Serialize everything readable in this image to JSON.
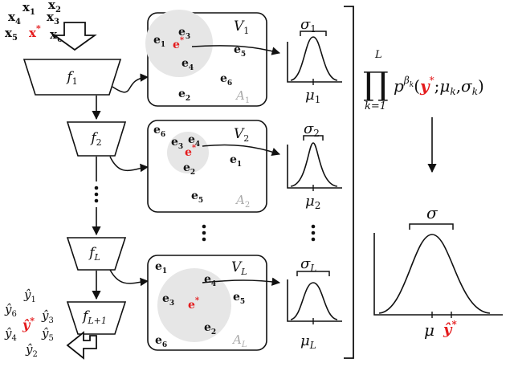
{
  "inputs": {
    "points": [
      {
        "sym": "x",
        "sub": "1",
        "star": false
      },
      {
        "sym": "x",
        "sub": "2",
        "star": false
      },
      {
        "sym": "x",
        "sub": "4",
        "star": false
      },
      {
        "sym": "x",
        "sub": "3",
        "star": false
      },
      {
        "sym": "x",
        "sub": "5",
        "star": false
      },
      {
        "sym": "x",
        "sub": "",
        "star": true
      },
      {
        "sym": "x",
        "sub": "6",
        "star": false
      }
    ]
  },
  "layers": [
    {
      "label": "f",
      "sub": "1"
    },
    {
      "label": "f",
      "sub": "2"
    },
    {
      "label": "f",
      "sub": "L"
    },
    {
      "label": "f",
      "sub": "L+1"
    }
  ],
  "panels": [
    {
      "space": {
        "sym": "V",
        "sub": "1"
      },
      "region": {
        "sym": "A",
        "sub": "1"
      },
      "embeddings": [
        {
          "sym": "e",
          "sub": "3",
          "star": false
        },
        {
          "sym": "e",
          "sub": "1",
          "star": false
        },
        {
          "sym": "e",
          "sub": "",
          "star": true
        },
        {
          "sym": "e",
          "sub": "4",
          "star": false
        },
        {
          "sym": "e",
          "sub": "5",
          "star": false
        },
        {
          "sym": "e",
          "sub": "6",
          "star": false
        },
        {
          "sym": "e",
          "sub": "2",
          "star": false
        }
      ],
      "sigma": {
        "sym": "σ",
        "sub": "1"
      },
      "mu": {
        "sym": "μ",
        "sub": "1"
      }
    },
    {
      "space": {
        "sym": "V",
        "sub": "2"
      },
      "region": {
        "sym": "A",
        "sub": "2"
      },
      "embeddings": [
        {
          "sym": "e",
          "sub": "6",
          "star": false
        },
        {
          "sym": "e",
          "sub": "3",
          "star": false
        },
        {
          "sym": "e",
          "sub": "4",
          "star": false
        },
        {
          "sym": "e",
          "sub": "",
          "star": true
        },
        {
          "sym": "e",
          "sub": "2",
          "star": false
        },
        {
          "sym": "e",
          "sub": "1",
          "star": false
        },
        {
          "sym": "e",
          "sub": "5",
          "star": false
        }
      ],
      "sigma": {
        "sym": "σ",
        "sub": "2"
      },
      "mu": {
        "sym": "μ",
        "sub": "2"
      }
    },
    {
      "space": {
        "sym": "V",
        "sub": "L"
      },
      "region": {
        "sym": "A",
        "sub": "L"
      },
      "embeddings": [
        {
          "sym": "e",
          "sub": "1",
          "star": false
        },
        {
          "sym": "e",
          "sub": "4",
          "star": false
        },
        {
          "sym": "e",
          "sub": "3",
          "star": false
        },
        {
          "sym": "e",
          "sub": "",
          "star": true
        },
        {
          "sym": "e",
          "sub": "5",
          "star": false
        },
        {
          "sym": "e",
          "sub": "2",
          "star": false
        },
        {
          "sym": "e",
          "sub": "6",
          "star": false
        }
      ],
      "sigma": {
        "sym": "σ",
        "sub": "L"
      },
      "mu": {
        "sym": "μ",
        "sub": "L"
      }
    }
  ],
  "outputs": {
    "points": [
      {
        "sym": "ŷ",
        "sub": "1",
        "star": false
      },
      {
        "sym": "ŷ",
        "sub": "6",
        "star": false
      },
      {
        "sym": "ŷ",
        "sub": "",
        "star": true
      },
      {
        "sym": "ŷ",
        "sub": "3",
        "star": false
      },
      {
        "sym": "ŷ",
        "sub": "4",
        "star": false
      },
      {
        "sym": "ŷ",
        "sub": "5",
        "star": false
      },
      {
        "sym": "ŷ",
        "sub": "2",
        "star": false
      }
    ]
  },
  "formula": {
    "prod": "∏",
    "upper": "L",
    "lower": "k=1",
    "p": "p",
    "exp": "β",
    "exp_sub": "k",
    "open": "(",
    "y": "y",
    "semi": ";",
    "mu": "μ",
    "sigma": "σ",
    "k": "k",
    "comma": ",",
    "close": ")"
  },
  "result": {
    "sigma": "σ",
    "mu": "μ",
    "yhat": "ŷ"
  },
  "colors": {
    "accent": "#e41a1c",
    "region_fill": "#e6e6e6",
    "line": "#111111",
    "muted_label": "#aaaaaa"
  }
}
